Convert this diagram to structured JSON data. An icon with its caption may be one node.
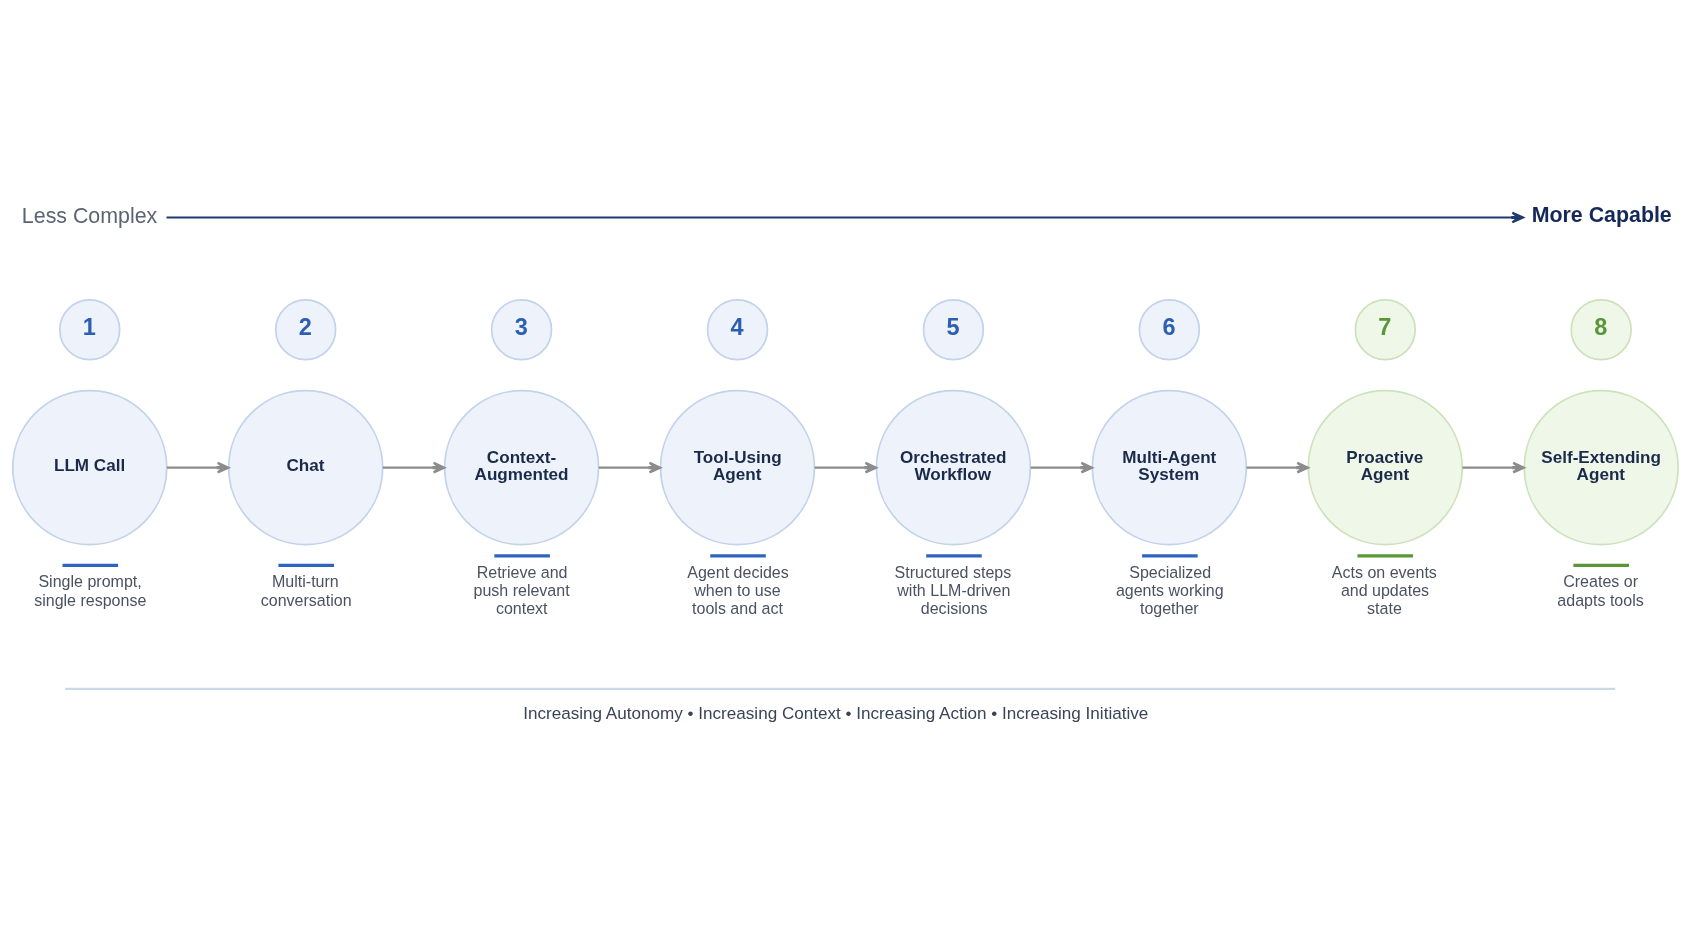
{
  "diagram": {
    "nodes": [
      {
        "text": [
          "Less Complex"
        ]
      },
      {
        "text": [
          "More Capable"
        ]
      },
      {
        "text": [
          "1"
        ]
      },
      {
        "text": [
          "LLM Call"
        ],
        "beside": [
          "Single prompt, single response"
        ]
      },
      {
        "text": [
          "2"
        ]
      },
      {
        "text": [
          "Chat"
        ],
        "beside": [
          "Multi-turn conversation"
        ]
      },
      {
        "text": [
          "3"
        ]
      },
      {
        "text": [
          "Context-Augmented"
        ],
        "beside": [
          "Retrieve and push relevant context"
        ]
      },
      {
        "text": [
          "4"
        ]
      },
      {
        "text": [
          "Tool-Using Agent"
        ],
        "beside": [
          "Agent decides when to use tools and act"
        ]
      },
      {
        "text": [
          "5"
        ]
      },
      {
        "text": [
          "Orchestrated Workflow"
        ],
        "beside": [
          "Structured steps with LLM-driven decisions"
        ]
      },
      {
        "text": [
          "6"
        ]
      },
      {
        "text": [
          "Multi-Agent System"
        ],
        "beside": [
          "Specialized agents working together"
        ]
      },
      {
        "text": [
          "7"
        ]
      },
      {
        "text": [
          "Proactive Agent"
        ],
        "beside": [
          "Acts on events and updates state"
        ]
      },
      {
        "text": [
          "8"
        ]
      },
      {
        "text": [
          "Self-Extending Agent"
        ],
        "beside": [
          "Creates or adapts tools"
        ]
      }
    ],
    "edges": [
      {
        "from": 0,
        "to": 1,
        "arrow": "to",
        "color": "#1f3a6e"
      },
      {
        "from": 3,
        "to": 5,
        "arrow": "to"
      },
      {
        "from": 5,
        "to": 7,
        "arrow": "to"
      },
      {
        "from": 7,
        "to": 9,
        "arrow": "to"
      },
      {
        "from": 9,
        "to": 11,
        "arrow": "to"
      },
      {
        "from": 11,
        "to": 13,
        "arrow": "to"
      },
      {
        "from": 13,
        "to": 15,
        "arrow": "to"
      },
      {
        "from": 15,
        "to": 17,
        "arrow": "to"
      }
    ],
    "labels": [
      "Increasing Autonomy • Increasing Context • Increasing Action • Increasing Initiative"
    ]
  }
}
